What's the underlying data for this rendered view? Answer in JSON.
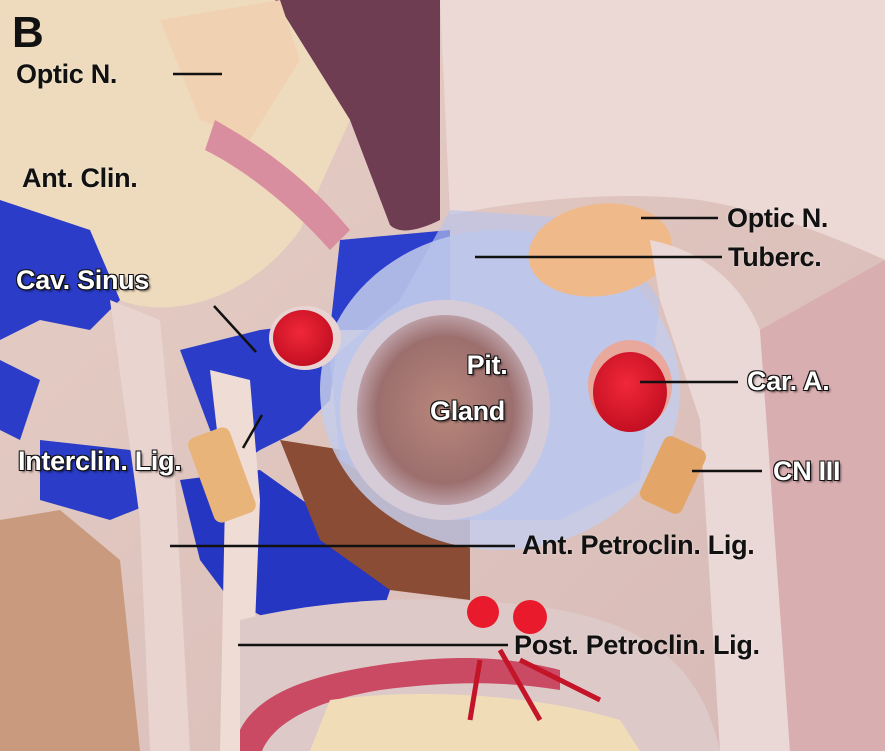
{
  "figure": {
    "panel_letter": "B",
    "subject": "Anatomical dissection photograph of the sellar region / cavernous sinus (superior view)",
    "colors": {
      "venous_blue": "#2a3cc8",
      "arterial_red": "#e0162a",
      "nerve_tan": "#e8b47a",
      "dura_pink": "#dcc0bc",
      "pit_gland": "#a57a78",
      "label_dark": "#111111",
      "label_light": "#ffffff"
    }
  },
  "labels": {
    "optic_n_left": "Optic N.",
    "ant_clin": "Ant. Clin.",
    "cav_sinus": "Cav. Sinus",
    "interclin_lig": "Interclin. Lig.",
    "optic_n_right": "Optic N.",
    "tuberc": "Tuberc.",
    "pit_gland_line1": "Pit.",
    "pit_gland_line2": "Gland",
    "car_a": "Car. A.",
    "cn_iii": "CN III",
    "ant_petroclin_lig": "Ant. Petroclin. Lig.",
    "post_petroclin_lig": "Post. Petroclin. Lig."
  }
}
